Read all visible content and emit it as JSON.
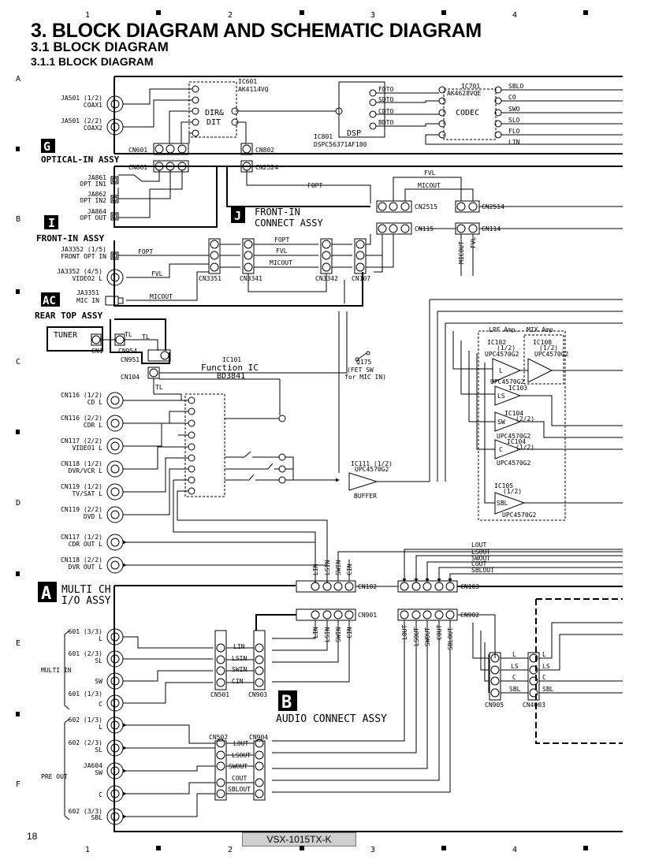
{
  "page": {
    "title": "3. BLOCK DIAGRAM AND SCHEMATIC DIAGRAM",
    "subtitle1": "3.1  BLOCK DIAGRAM",
    "subtitle2": "3.1.1  BLOCK DIAGRAM",
    "page_number": "18",
    "model": "VSX-1015TX-K"
  },
  "ruler": {
    "columns": [
      "1",
      "2",
      "3",
      "4"
    ],
    "rows": [
      "A",
      "B",
      "C",
      "D",
      "E",
      "F"
    ]
  },
  "assemblies": {
    "g": {
      "letter": "G",
      "name": "OPTICAL-IN ASSY"
    },
    "i": {
      "letter": "I",
      "name": "FRONT-IN ASSY"
    },
    "j": {
      "letter": "J",
      "name1": "FRONT-IN",
      "name2": "CONNECT ASSY"
    },
    "ac": {
      "letter": "AC",
      "name": "REAR TOP ASSY"
    },
    "a": {
      "letter": "A",
      "name1": "MULTI CH",
      "name2": "I/O ASSY"
    },
    "b": {
      "letter": "B",
      "name": "AUDIO CONNECT ASSY"
    }
  },
  "ics": {
    "ic601": {
      "ref": "IC601",
      "part": "AK4114VQ",
      "func1": "DIR&",
      "func2": "DIT"
    },
    "ic801": {
      "ref": "IC801",
      "part": "DSPC56371AF180",
      "func": "DSP"
    },
    "ic701": {
      "ref": "IC701",
      "part": "AK4628VQE",
      "func": "CODEC"
    },
    "ic101": {
      "ref": "IC101",
      "func": "Function IC",
      "part": "BD3841"
    },
    "ic111": {
      "ref": "IC111 (1/2)",
      "part": "UPC4570G2",
      "func": "BUFFER"
    },
    "lpf": "LPF Amp.",
    "mix": "MIX Amp",
    "ic102": {
      "ref": "IC102",
      "unit": "(1/2)",
      "part": "UPC4570G2"
    },
    "ic108": {
      "ref": "IC108",
      "unit": "(1/2)",
      "part": "UPC4570G2"
    },
    "ic103": {
      "ref": "IC103",
      "part": "UPC4570G2"
    },
    "ic104a": {
      "ref": "IC104",
      "unit": "(2/2)",
      "part": "UPC4570G2"
    },
    "ic104b": {
      "ref": "IC104",
      "unit": "(1/2)",
      "part": "UPC4570G2"
    },
    "ic105": {
      "ref": "IC105",
      "unit": "(1/2)",
      "part": "UPC4570G2"
    },
    "q175": {
      "ref": "Q175",
      "note1": "(FET SW",
      "note2": "for MIC IN)"
    }
  },
  "jacks": {
    "coax1": {
      "ref": "JA501 (1/2)",
      "name": "COAX1"
    },
    "coax2": {
      "ref": "JA501 (2/2)",
      "name": "COAX2"
    },
    "opt1": {
      "ref": "JA861",
      "name": "OPT IN1"
    },
    "opt2": {
      "ref": "JA862",
      "name": "OPT IN2"
    },
    "optout": {
      "ref": "JA864",
      "name": "OPT OUT"
    },
    "frontopt": {
      "ref": "JA3352 (1/5)",
      "name": "FRONT OPT IN"
    },
    "video2": {
      "ref": "JA3352 (4/5)",
      "name": "VIDEO2 L"
    },
    "mic": {
      "ref": "JA3351",
      "name": "MIC IN"
    },
    "tuner": "TUNER",
    "cd": {
      "ref": "CN116 (1/2)",
      "name": "CD L"
    },
    "cdr": {
      "ref": "CN116 (2/2)",
      "name": "CDR L"
    },
    "video1": {
      "ref": "CN117 (2/2)",
      "name": "VIDEO1 L"
    },
    "dvr": {
      "ref": "CN118 (1/2)",
      "name": "DVR/VCR L"
    },
    "tvsat": {
      "ref": "CN119 (1/2)",
      "name": "TV/SAT L"
    },
    "dvd": {
      "ref": "CN119 (2/2)",
      "name": "DVD L"
    },
    "cdrout": {
      "ref": "CN117 (1/2)",
      "name": "CDR OUT L"
    },
    "dvrout": {
      "ref": "CN118 (2/2)",
      "name": "DVR OUT L"
    },
    "m601_3": {
      "ref": "601 (3/3)",
      "name": "L"
    },
    "m601_2": {
      "ref": "601 (2/3)",
      "name": "SL"
    },
    "m601_sw": {
      "ref": "",
      "name": "SW"
    },
    "m601_1": {
      "ref": "601 (1/3)",
      "name": "C"
    },
    "multi_in": "MULTI IN",
    "p602_1": {
      "ref": "602 (1/3)",
      "name": "L"
    },
    "p602_2": {
      "ref": "602 (2/3)",
      "name": "SL"
    },
    "ja604": {
      "ref": "JA604",
      "name": "SW"
    },
    "p_c": {
      "ref": "",
      "name": "C"
    },
    "p602_3": {
      "ref": "602 (3/3)",
      "name": "SBL"
    },
    "pre_out": "PRE OUT"
  },
  "connectors": {
    "cn601": "CN601",
    "cn802": "CN802",
    "cn861": "CN861",
    "cn2524": "CN2524",
    "cn2515": "CN2515",
    "cn2514": "CN2514",
    "cn115": "CN115",
    "cn114": "CN114",
    "cn3351": "CN3351",
    "cn3341": "CN3341",
    "cn3342": "CN3342",
    "cn107": "CN107",
    "cn1": "CN1",
    "cn954": "CN954",
    "cn951": "CN951",
    "cn104": "CN104",
    "cn102": "CN102",
    "cn103": "CN103",
    "cn901": "CN901",
    "cn902": "CN902",
    "cn501": "CN501",
    "cn903": "CN903",
    "cn502": "CN502",
    "cn904": "CN904",
    "cn905": "CN905",
    "cn4003": "CN4003"
  },
  "signals": {
    "fdto": "FDTO",
    "sdto": "SDTO",
    "cdto": "CDTO",
    "bdto": "BDTO",
    "sblo": "SBLO",
    "co": "CO",
    "swo": "SWO",
    "slo": "SLO",
    "flo": "FLO",
    "lin": "LIN",
    "fopt": "FOPT",
    "fvl": "FVL",
    "micout": "MICOUT",
    "tl": "TL",
    "lin2": "LIN",
    "lsin": "LSIN",
    "swin": "SWIN",
    "cin": "CIN",
    "lout": "LOUT",
    "lsout": "LSOUT",
    "swout": "SWOUT",
    "cout": "COUT",
    "sblout": "SBLOUT",
    "l": "L",
    "ls": "LS",
    "c": "C",
    "sbl": "SBL",
    "sw": "SW"
  }
}
